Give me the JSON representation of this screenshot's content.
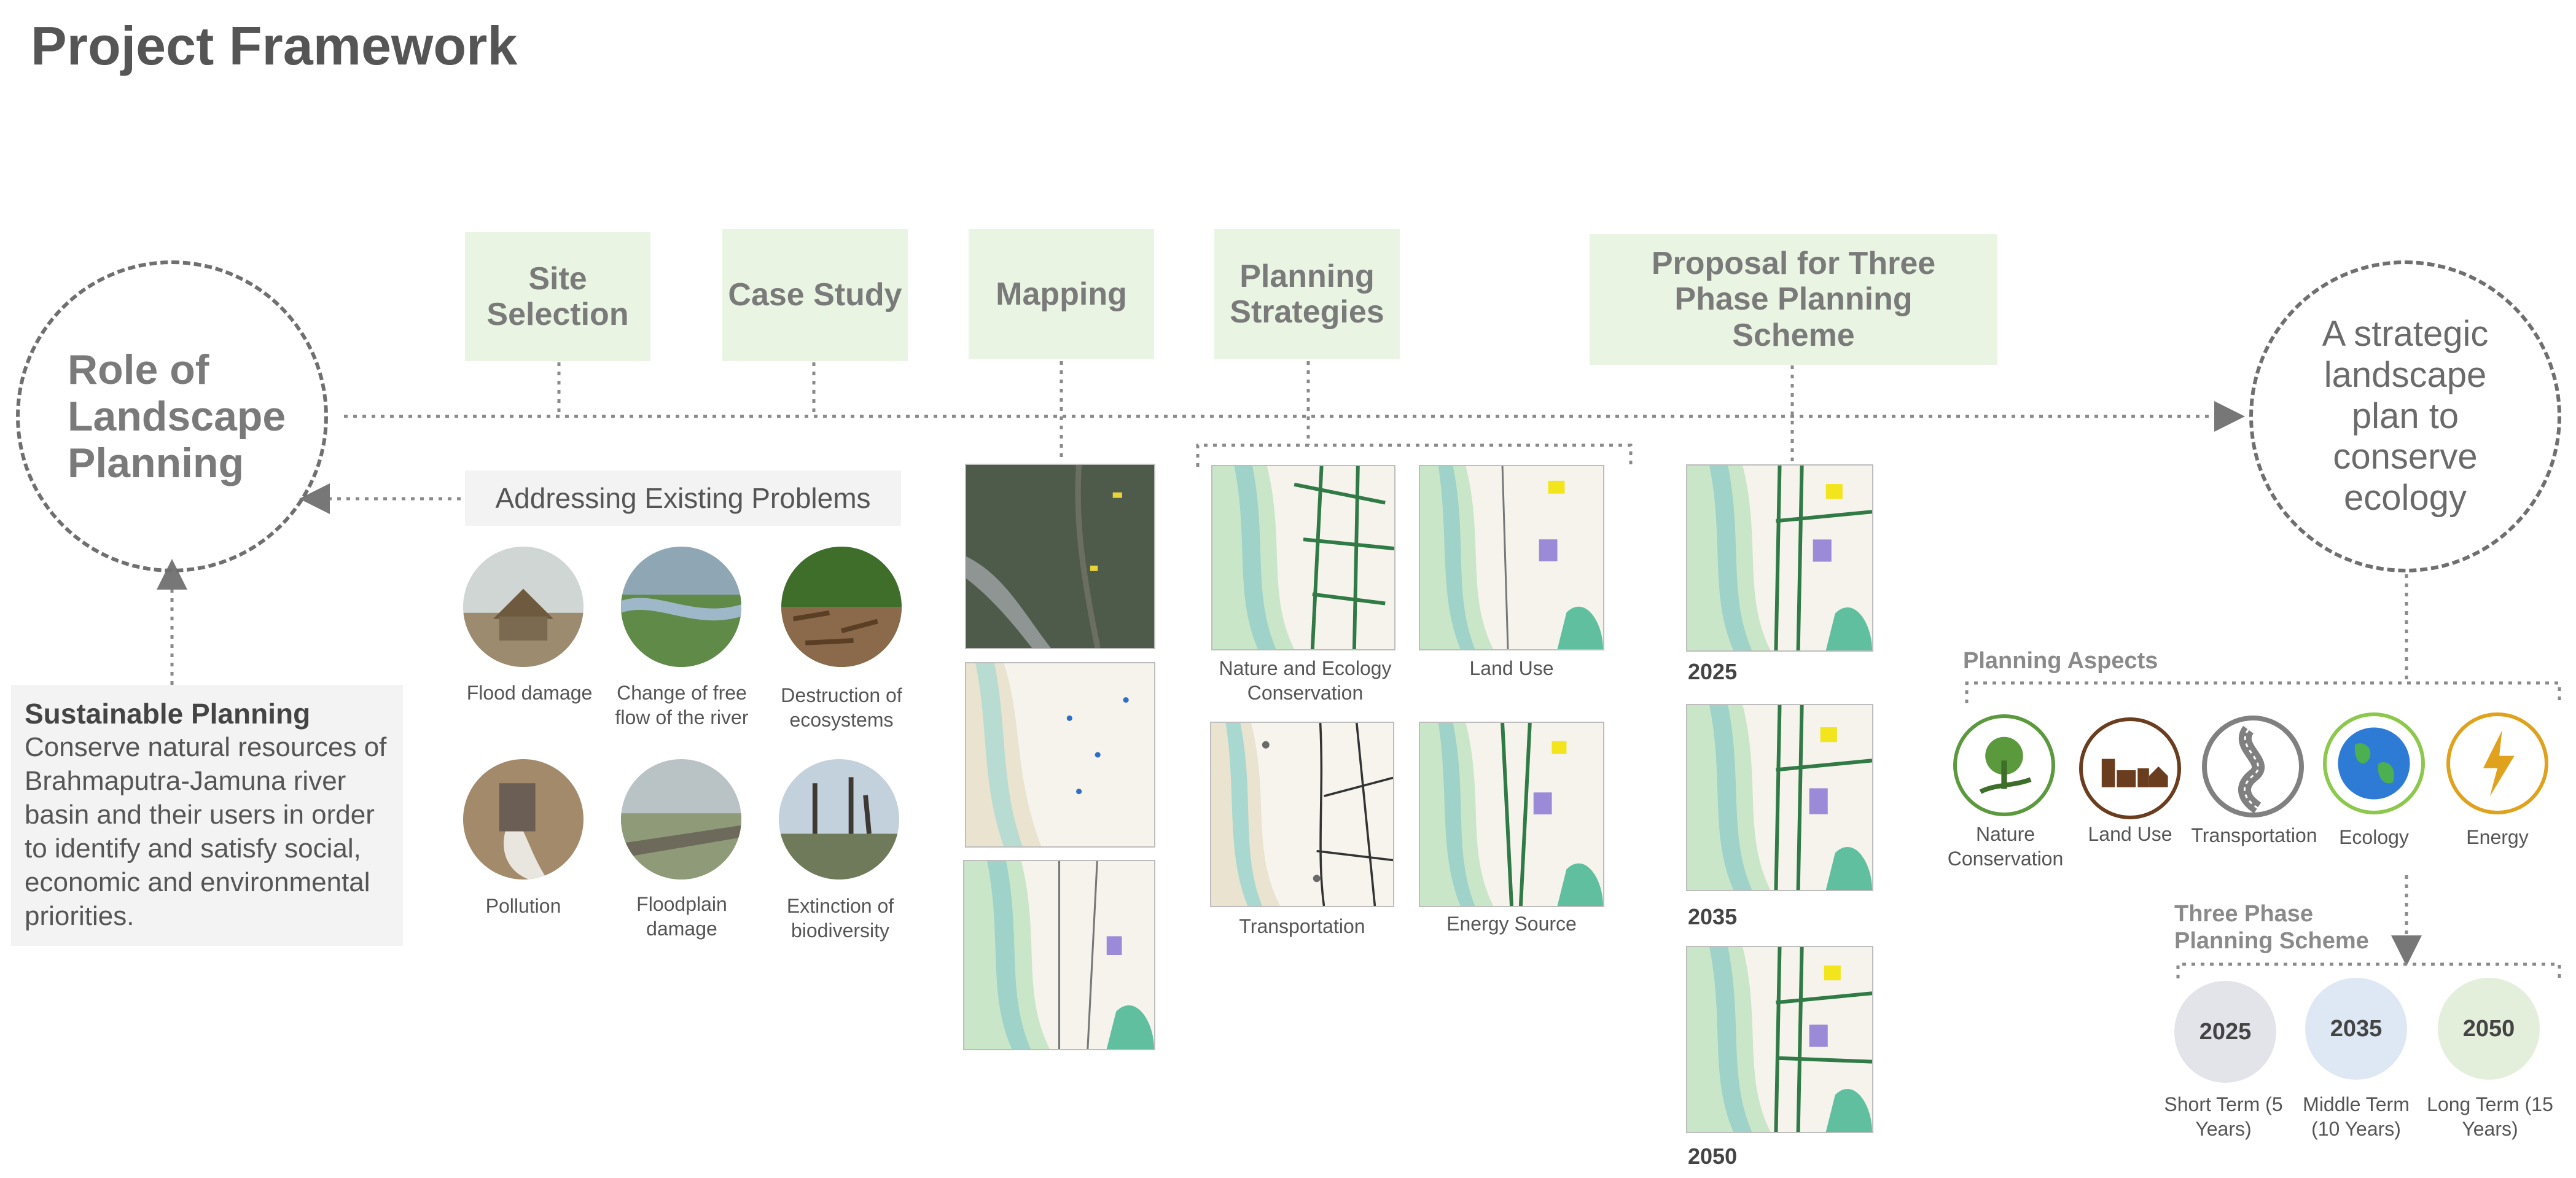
{
  "title": "Project Framework",
  "stages": [
    {
      "label": "Site Selection"
    },
    {
      "label": "Case Study"
    },
    {
      "label": "Mapping"
    },
    {
      "label": "Planning Strategies"
    },
    {
      "label": "Proposal for Three Phase Planning Scheme"
    }
  ],
  "role_circle": "Role of Landscape Planning",
  "goal_circle": "A strategic landscape plan to conserve ecology",
  "sustainable": {
    "title": "Sustainable Planning",
    "body": "Conserve natural resources of Brahmaputra-Jamuna river basin and their users in order to identify and satisfy social, economic and environmental priorities."
  },
  "problems": {
    "heading": "Addressing Existing Problems",
    "items": [
      {
        "caption": "Flood damage"
      },
      {
        "caption": "Change of free flow of the river"
      },
      {
        "caption": "Destruction of ecosystems"
      },
      {
        "caption": "Pollution"
      },
      {
        "caption": "Floodplain damage"
      },
      {
        "caption": "Extinction of biodiversity"
      }
    ]
  },
  "strategies": [
    {
      "caption": "Nature and Ecology Conservation"
    },
    {
      "caption": "Land Use"
    },
    {
      "caption": "Transportation"
    },
    {
      "caption": "Energy Source"
    }
  ],
  "proposal_years": [
    "2025",
    "2035",
    "2050"
  ],
  "aspects": {
    "title": "Planning Aspects",
    "items": [
      {
        "caption": "Nature Conservation",
        "icon": "tree-icon",
        "color": "#5a9a3c"
      },
      {
        "caption": "Land Use",
        "icon": "buildings-icon",
        "color": "#6b3d1f"
      },
      {
        "caption": "Transportation",
        "icon": "road-icon",
        "color": "#808080"
      },
      {
        "caption": "Ecology",
        "icon": "globe-icon",
        "color": "#2e7bd6"
      },
      {
        "caption": "Energy",
        "icon": "lightning-icon",
        "color": "#e0a21c"
      }
    ]
  },
  "phases": {
    "title": "Three Phase Planning Scheme",
    "items": [
      {
        "year": "2025",
        "caption": "Short Term (5 Years)",
        "color": "#e2e4ea"
      },
      {
        "year": "2035",
        "caption": "Middle Term (10 Years)",
        "color": "#dde8f4"
      },
      {
        "year": "2050",
        "caption": "Long Term (15 Years)",
        "color": "#e4efdb"
      }
    ]
  }
}
